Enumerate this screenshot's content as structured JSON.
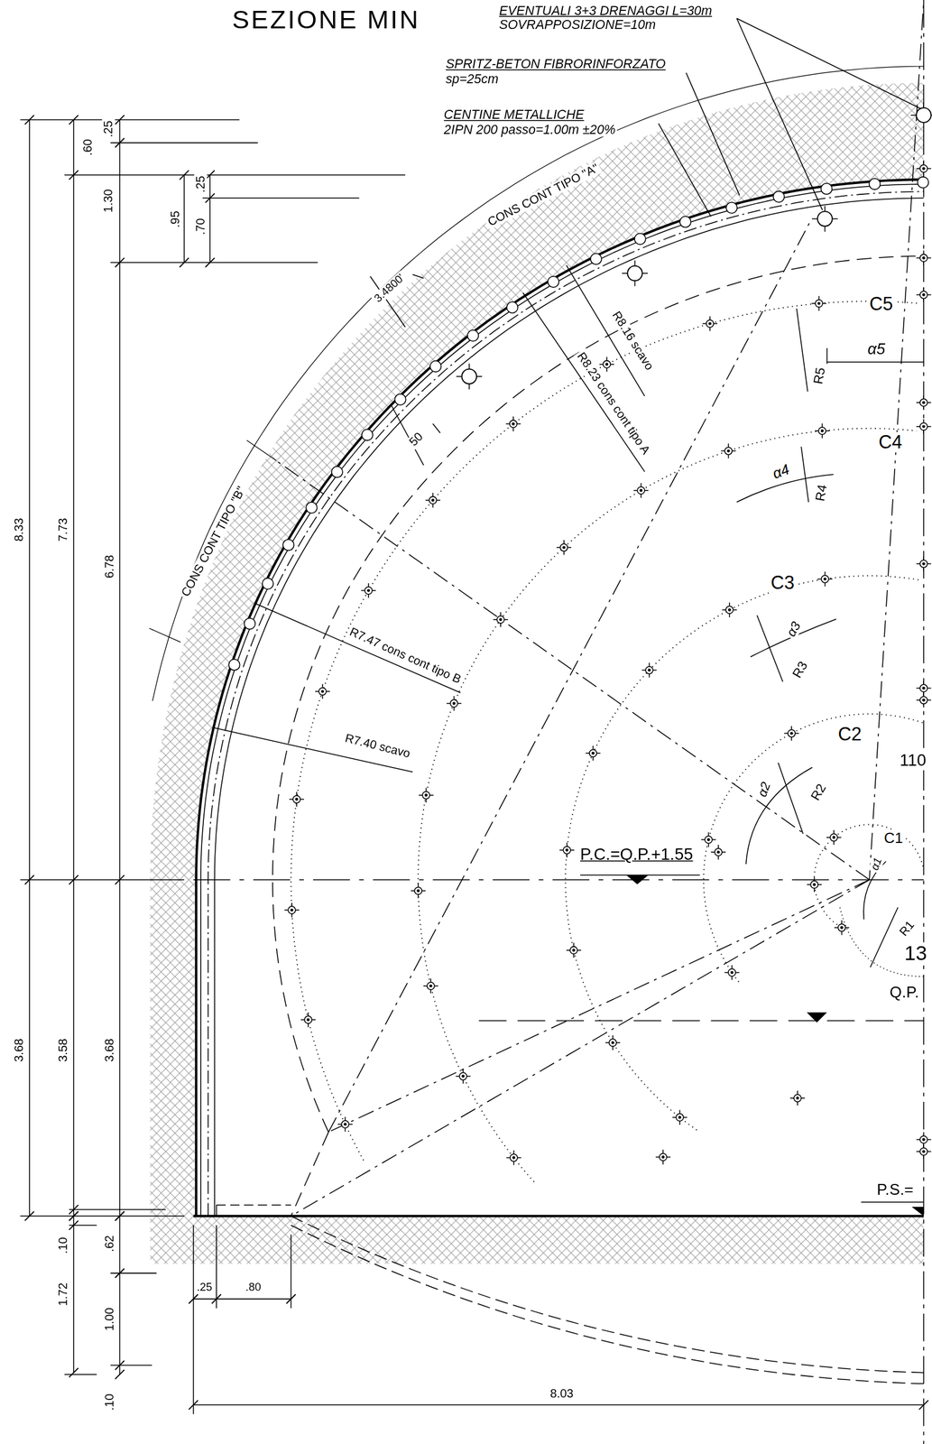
{
  "diagram": {
    "title": "SEZIONE MIN",
    "labels": [
      "EVENTUALI 3+3 DRENAGGI L=30m",
      "SOVRAPPOSIZIONE=10m",
      "SPRITZ-BETON FIBRORINFORZATO",
      "sp=25cm",
      "CENTINE METALLICHE",
      "2IPN 200 passo=1.00m ±20%",
      "CONS CONT TIPO \"A\"",
      "CONS CONT TIPO \"B\"",
      "3.4800'",
      "R8.16 scavo",
      "R8.23 cons cont tipo A",
      "50",
      "R7.47 cons cont tipo B",
      "R7.40 scavo",
      "C5",
      "α5",
      "R5",
      "C4",
      "α4",
      "R4",
      "C3",
      "α3",
      "R3",
      "C2",
      "α2",
      "R2",
      "110",
      "C1",
      "α1",
      "R1",
      "13",
      "Q.P.",
      "P.C.=Q.P.+1.55",
      "P.S.=",
      ".60",
      ".25",
      "1.30",
      ".95",
      ".25",
      ".70",
      "8.33",
      "7.73",
      "6.78",
      "3.68",
      "3.58",
      "3.68",
      ".10",
      ".62",
      "1.72",
      "1.00",
      ".10",
      ".25",
      ".80",
      "8.03"
    ]
  }
}
